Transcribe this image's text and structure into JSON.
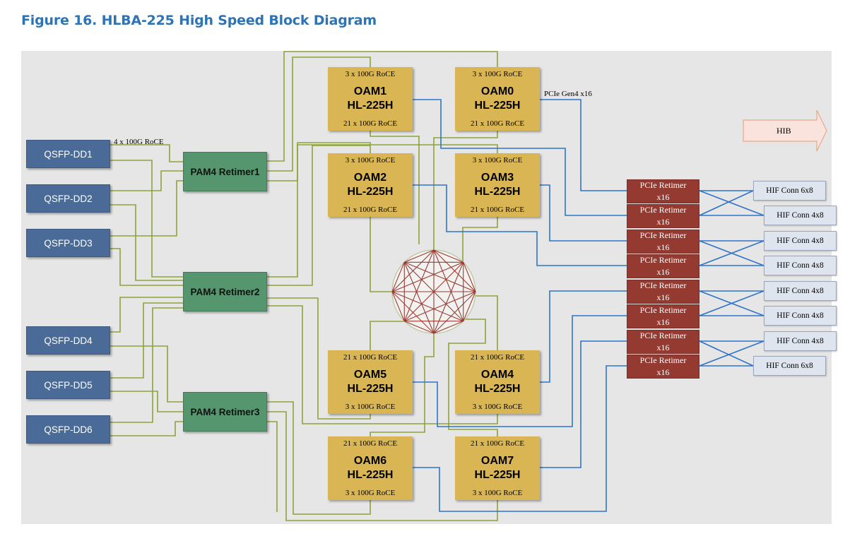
{
  "figure": {
    "title": "Figure 16. HLBA-225 High Speed Block Diagram"
  },
  "colors": {
    "title": "#2e74b5",
    "panel_background": "#e6e6e6",
    "qsfp": "#4a6b98",
    "pam4_retimer": "#55966e",
    "oam": "#d9b553",
    "pcie_retimer": "#953a31",
    "hif_connector": "#dfe5ef",
    "roce_link": "#8ca33a",
    "pcie_link": "#2f74c9",
    "mesh": "#9b3a33",
    "hib_arrow_fill": "#f9e3dc",
    "hib_arrow_stroke": "#e6a98a"
  },
  "qsfp_ports": [
    {
      "label": "QSFP-DD1"
    },
    {
      "label": "QSFP-DD2"
    },
    {
      "label": "QSFP-DD3"
    },
    {
      "label": "QSFP-DD4"
    },
    {
      "label": "QSFP-DD5"
    },
    {
      "label": "QSFP-DD6"
    }
  ],
  "pam4_retimers": [
    {
      "label": "PAM4 Retimer1"
    },
    {
      "label": "PAM4 Retimer2"
    },
    {
      "label": "PAM4 Retimer3"
    }
  ],
  "oams": [
    {
      "name": "OAM1",
      "chip": "HL-225H",
      "top": "3 x 100G RoCE",
      "bottom": "21 x 100G RoCE"
    },
    {
      "name": "OAM0",
      "chip": "HL-225H",
      "top": "3 x 100G RoCE",
      "bottom": "21 x 100G RoCE"
    },
    {
      "name": "OAM2",
      "chip": "HL-225H",
      "top": "3 x 100G RoCE",
      "bottom": "21 x 100G RoCE"
    },
    {
      "name": "OAM3",
      "chip": "HL-225H",
      "top": "3 x 100G RoCE",
      "bottom": "21 x 100G RoCE"
    },
    {
      "name": "OAM5",
      "chip": "HL-225H",
      "top": "21 x 100G RoCE",
      "bottom": "3 x 100G RoCE"
    },
    {
      "name": "OAM4",
      "chip": "HL-225H",
      "top": "21 x 100G RoCE",
      "bottom": "3 x 100G RoCE"
    },
    {
      "name": "OAM6",
      "chip": "HL-225H",
      "top": "21 x 100G RoCE",
      "bottom": "3 x 100G RoCE"
    },
    {
      "name": "OAM7",
      "chip": "HL-225H",
      "top": "21 x 100G RoCE",
      "bottom": "3 x 100G RoCE"
    }
  ],
  "pcie_retimers": [
    {
      "line1": "PCIe Retimer",
      "line2": "x16"
    },
    {
      "line1": "PCIe Retimer",
      "line2": "x16"
    },
    {
      "line1": "PCIe Retimer",
      "line2": "x16"
    },
    {
      "line1": "PCIe Retimer",
      "line2": "x16"
    },
    {
      "line1": "PCIe Retimer",
      "line2": "x16"
    },
    {
      "line1": "PCIe Retimer",
      "line2": "x16"
    },
    {
      "line1": "PCIe Retimer",
      "line2": "x16"
    },
    {
      "line1": "PCIe Retimer",
      "line2": "x16"
    }
  ],
  "hif_connectors": [
    {
      "label": "HIF Conn 6x8"
    },
    {
      "label": "HIF Conn 4x8"
    },
    {
      "label": "HIF Conn 4x8"
    },
    {
      "label": "HIF Conn 4x8"
    },
    {
      "label": "HIF Conn 4x8"
    },
    {
      "label": "HIF Conn 4x8"
    },
    {
      "label": "HIF Conn 4x8"
    },
    {
      "label": "HIF Conn 6x8"
    }
  ],
  "annotations": {
    "qsfp_link": "4 x 100G RoCE",
    "pcie_link": "PCIe Gen4 x16",
    "hib": "HIB"
  },
  "mesh": {
    "nodes": 8,
    "topology": "all-to-all"
  }
}
